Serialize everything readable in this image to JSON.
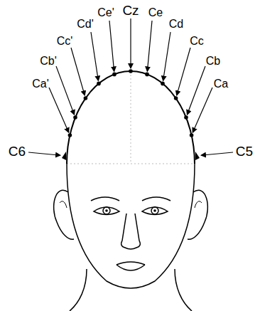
{
  "diagram": {
    "labels": [
      "Cz",
      "Ce'",
      "Ce",
      "Cd'",
      "Cd",
      "Cc'",
      "Cc",
      "Cb'",
      "Cb",
      "Ca'",
      "Ca",
      "C6",
      "C5"
    ]
  }
}
